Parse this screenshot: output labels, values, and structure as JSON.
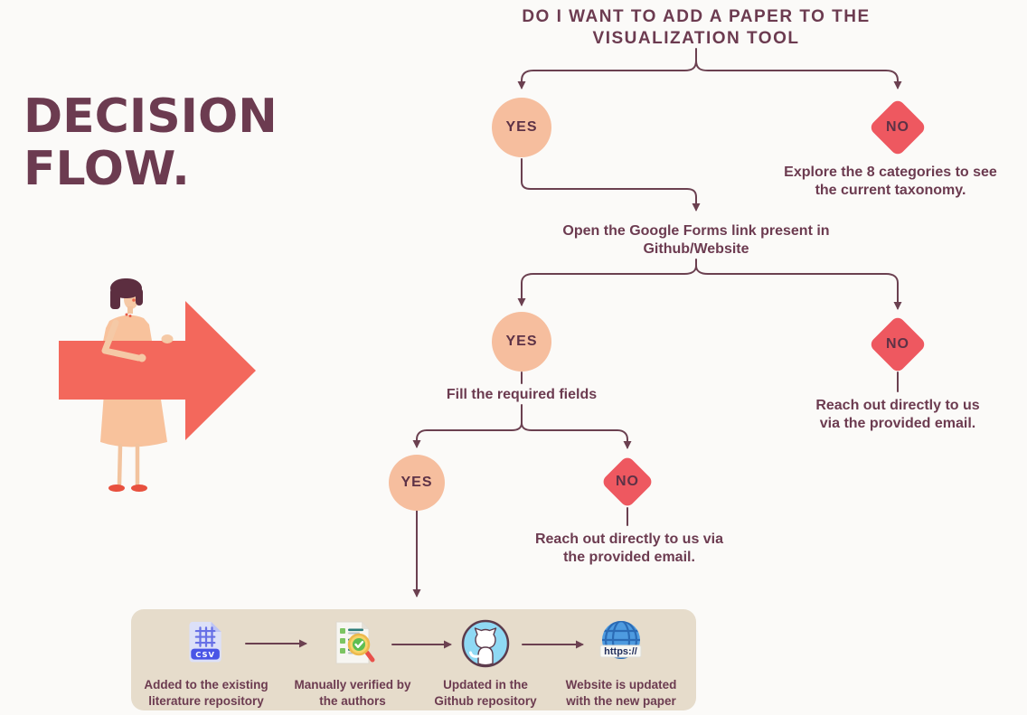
{
  "colors": {
    "background": "#FBFAF8",
    "line_maroon": "#6B4050",
    "text_maroon": "#6C3B50",
    "yes_fill": "#F6BE9E",
    "no_fill": "#EE5860",
    "bar_background": "#E6DCCB",
    "arrow_coral": "#F3685C"
  },
  "heading": {
    "line1": "DECISION",
    "line2": "FLOW."
  },
  "question": {
    "line1": "DO I WANT TO ADD A PAPER TO THE",
    "line2": "VISUALIZATION TOOL"
  },
  "flow": {
    "level1": {
      "yes_label": "YES",
      "no_label": "NO",
      "no_result": [
        "Explore the 8 categories to see",
        "the current taxonomy."
      ]
    },
    "level2": {
      "step": [
        "Open the Google Forms link present in",
        "Github/Website"
      ],
      "yes_label": "YES",
      "no_label": "NO",
      "no_result": [
        "Reach out directly to us",
        "via the provided email."
      ]
    },
    "level3": {
      "step": "Fill the required fields",
      "yes_label": "YES",
      "no_label": "NO",
      "no_result": [
        "Reach out directly to us via",
        "the provided email."
      ]
    }
  },
  "pipeline": {
    "steps": [
      {
        "icon": "csv-file-icon",
        "badge": "CSV",
        "label": [
          "Added to the existing",
          "literature repository"
        ]
      },
      {
        "icon": "verified-document-icon",
        "label": [
          "Manually verified by",
          "the authors"
        ]
      },
      {
        "icon": "github-icon",
        "label": [
          "Updated in the",
          "Github repository"
        ]
      },
      {
        "icon": "website-icon",
        "badge": "https://",
        "label": [
          "Website is updated",
          "with the new paper"
        ]
      }
    ]
  }
}
